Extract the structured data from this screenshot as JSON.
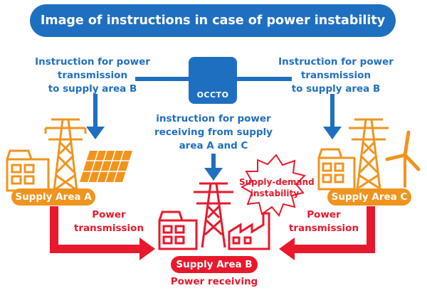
{
  "title": "Image of instructions in case of power instability",
  "hub": {
    "label": "OCCTO"
  },
  "left_instruction": [
    "Instruction for power",
    "transmission",
    "to supply area B"
  ],
  "right_instruction": [
    "Instruction for power",
    "transmission",
    "to supply area B"
  ],
  "center_instruction": [
    "instruction for power",
    "receiving from supply",
    "area A and C"
  ],
  "instability_label": [
    "Supply-demand",
    "instability"
  ],
  "area_a": {
    "label": "Supply Area A",
    "flow": [
      "Power",
      "transmission"
    ]
  },
  "area_b": {
    "label": "Supply Area B",
    "flow": "Power receiving"
  },
  "area_c": {
    "label": "Supply Area C",
    "flow": [
      "Power",
      "transmission"
    ]
  },
  "colors": {
    "blue": "#1f6fc1",
    "orange": "#f0941e",
    "red": "#e8192c"
  }
}
